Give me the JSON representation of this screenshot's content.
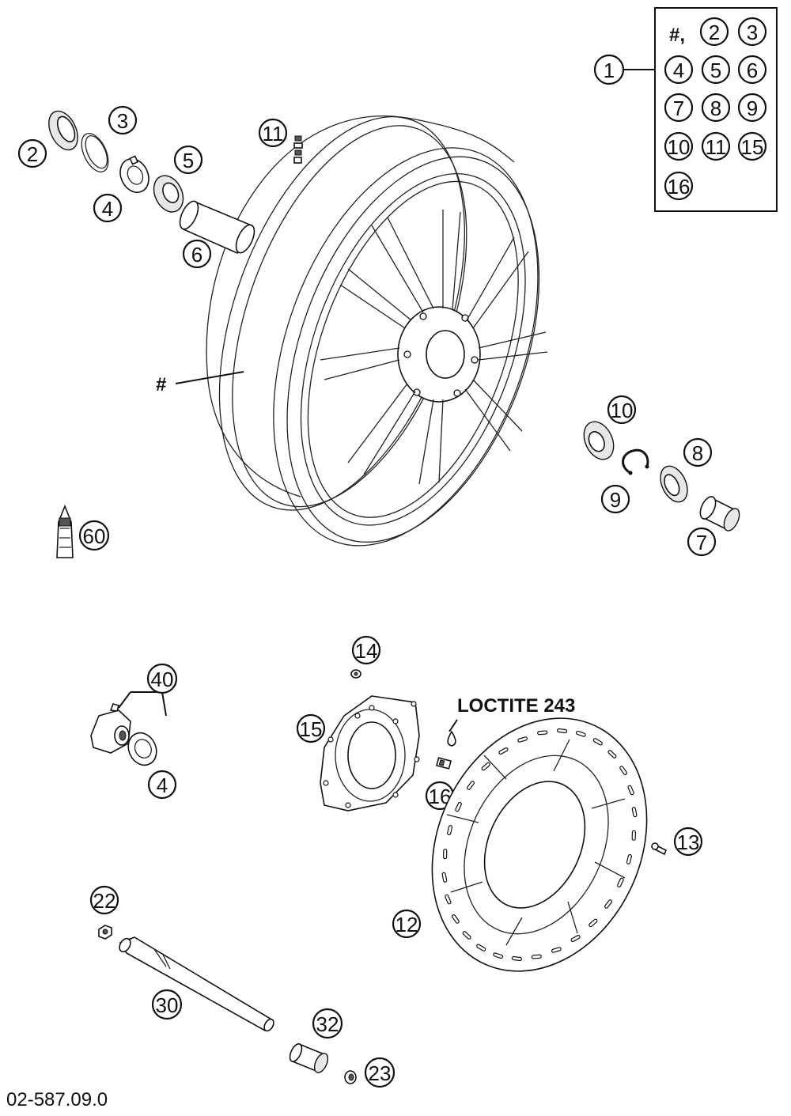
{
  "kit_box": {
    "prefix": "#,",
    "parts": [
      "2",
      "3",
      "4",
      "5",
      "6",
      "7",
      "8",
      "9",
      "10",
      "11",
      "15",
      "16"
    ]
  },
  "callouts": {
    "kit": "1",
    "seal_left": "2",
    "ring_left": "3",
    "sensor_ring_top": "4",
    "bearing_left": "5",
    "spacer_tube": "6",
    "spacer_right": "7",
    "seal_right": "8",
    "circlip": "9",
    "bearing_right": "10",
    "valve": "11",
    "brake_disc": "12",
    "disc_screw": "13",
    "nut": "14",
    "disc_carrier": "15",
    "carrier_screw": "16",
    "axle_nut": "22",
    "axle_cap": "23",
    "axle": "30",
    "axle_spacer": "32",
    "speed_sensor": "40",
    "sensor_ring_bottom": "4",
    "loctite_tube": "60"
  },
  "wheel_marker": "#",
  "loctite_label": "LOCTITE 243",
  "drawing_number": "02-587.09.0"
}
